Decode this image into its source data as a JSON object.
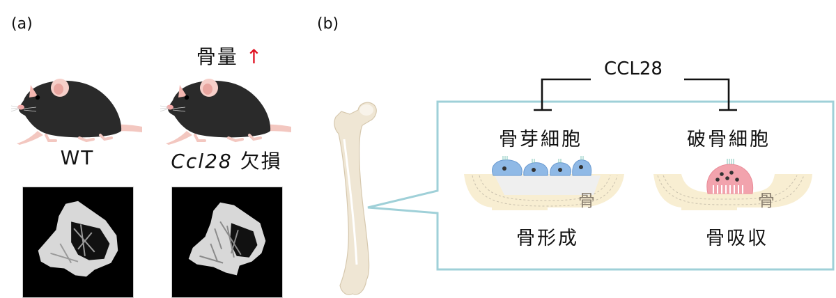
{
  "panel_a": {
    "label": "(a)",
    "annotation": {
      "text": "骨量",
      "arrow": "↑",
      "arrow_color": "#e01020"
    },
    "mice": [
      {
        "label": "WT"
      },
      {
        "label_gene": "Ccl28",
        "label_suffix": "欠損"
      }
    ],
    "ct_images": [
      {
        "subject": "WT"
      },
      {
        "subject": "Ccl28 欠損"
      }
    ]
  },
  "panel_b": {
    "label": "(b)",
    "regulator": "CCL28",
    "box_color": "#9fd0d8",
    "cells": [
      {
        "name": "骨芽細胞",
        "process": "骨形成",
        "bone_label": "骨",
        "cell_color": "#8fb9e6"
      },
      {
        "name": "破骨細胞",
        "process": "骨吸収",
        "bone_label": "骨",
        "cell_color": "#f2a3ad"
      }
    ],
    "bone_color": "#f8eed2"
  }
}
